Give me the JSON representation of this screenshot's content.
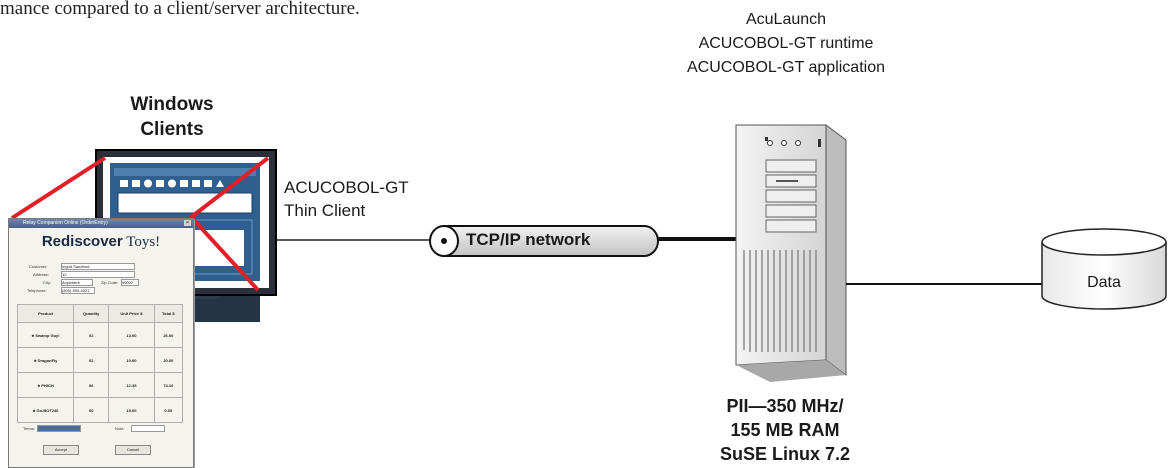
{
  "intro_fragment": "mance compared to a client/server architecture.",
  "clients": {
    "label_line1": "Windows",
    "label_line2": "Clients"
  },
  "thin_client": {
    "line1": "ACUCOBOL-GT",
    "line2": "Thin Client"
  },
  "network": {
    "label": "TCP/IP network"
  },
  "server": {
    "software_lines": [
      "AcuLaunch",
      "ACUCOBOL-GT runtime",
      "ACUCOBOL-GT application"
    ],
    "spec_lines": [
      "PII—350 MHz/",
      "155 MB RAM",
      "SuSE Linux 7.2"
    ]
  },
  "data_store": {
    "label": "Data"
  },
  "app_window": {
    "title": "Relay Companion Online (OrderEntry)",
    "heading_bold": "Rediscover",
    "heading_rest": " Toys!",
    "form": {
      "customer_label": "Customer:",
      "customer_value": "Ingrid Sandford",
      "address_label": "Address:",
      "address_value": "12",
      "city_label": "City:",
      "city_value": "Anywhere",
      "zip_label": "Zip Code:",
      "zip_value": "90002",
      "telephone_label": "Telephone:",
      "telephone_value": "(805) 555-4321"
    },
    "table": {
      "headers": [
        "Product",
        "Quantity",
        "Unit Price $",
        "Total $"
      ],
      "rows": [
        {
          "product": "Swamp Guy!",
          "qty": "02",
          "price": "13.00",
          "total": "26.00"
        },
        {
          "product": "DragonFly",
          "qty": "02",
          "price": "10.00",
          "total": "20.00"
        },
        {
          "product": "PHICH",
          "qty": "06",
          "price": "12.35",
          "total": "74.10"
        },
        {
          "product": "Go-BOT246",
          "qty": "00",
          "price": "15.00",
          "total": "0.00"
        }
      ]
    },
    "terms_label": "Terms:",
    "note_label": "Note:",
    "accept_label": "Accept",
    "cancel_label": "Cancel"
  },
  "colors": {
    "network_fill": "#dedede",
    "link_red": "#e41e26",
    "monitor_blue": "#2f5f8f",
    "server_gray": "#e6e6e6"
  }
}
